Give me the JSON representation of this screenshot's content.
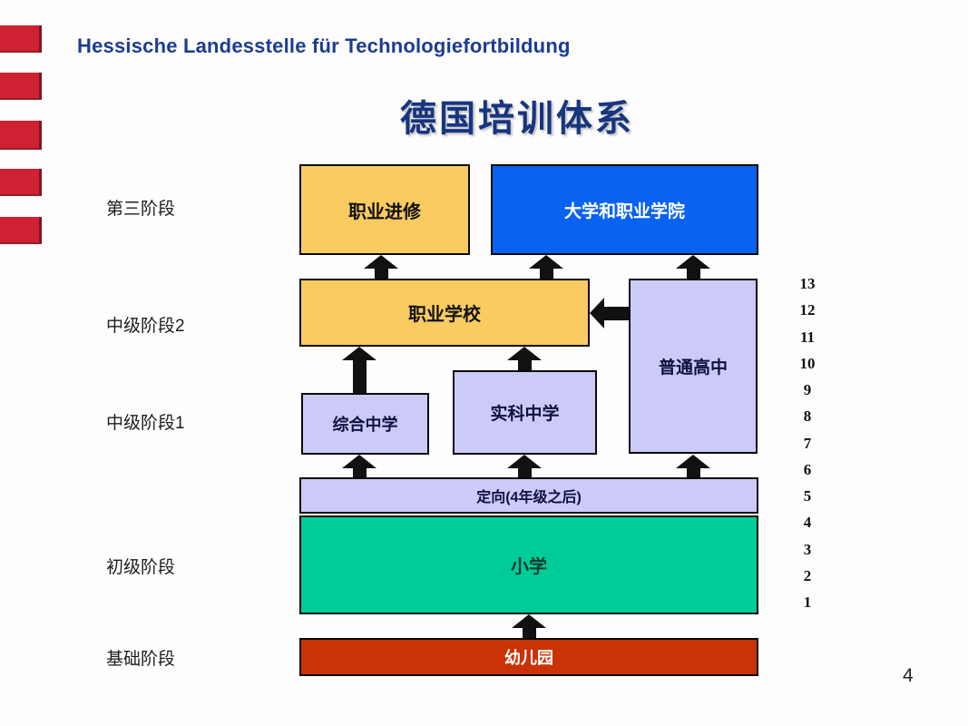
{
  "page_number": "4",
  "header": {
    "text": "Hessische Landesstelle für Technologiefortbildung"
  },
  "title": {
    "text": "德国培训体系"
  },
  "stages": [
    {
      "label": "第三阶段"
    },
    {
      "label": "中级阶段2"
    },
    {
      "label": "中级阶段1"
    },
    {
      "label": "初级阶段"
    },
    {
      "label": "基础阶段"
    }
  ],
  "grades": [
    "13",
    "12",
    "11",
    "10",
    "9",
    "8",
    "7",
    "6",
    "5",
    "4",
    "3",
    "2",
    "1"
  ],
  "boxes": {
    "vocational_training": {
      "label": "职业进修",
      "color": "#FACB60"
    },
    "university": {
      "label": "大学和职业学院",
      "color": "#0A62F0"
    },
    "vocational_school": {
      "label": "职业学校",
      "color": "#FACB60"
    },
    "gymnasium": {
      "label": "普通高中",
      "color": "#CCCBF8"
    },
    "comprehensive_school": {
      "label": "综合中学",
      "color": "#CCCBF8"
    },
    "realschule": {
      "label": "实科中学",
      "color": "#CCCBF8"
    },
    "orientation": {
      "label": "定向(4年级之后)",
      "color": "#CCCBF8"
    },
    "primary_school": {
      "label": "小学",
      "color": "#00CC99"
    },
    "kindergarten": {
      "label": "幼儿园",
      "color": "#C93305"
    }
  },
  "colors": {
    "accent_red": "#CE2233",
    "header_blue": "#1C3C90",
    "title_blue": "#17357F",
    "arrow_black": "#111111"
  }
}
